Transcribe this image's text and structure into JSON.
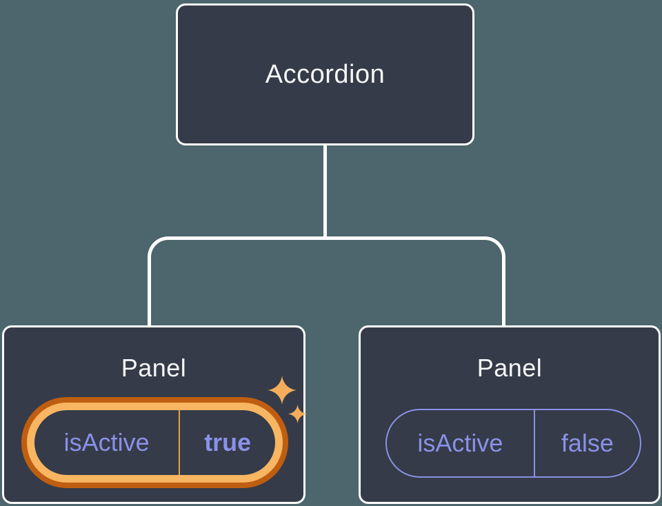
{
  "diagram": {
    "root": {
      "label": "Accordion"
    },
    "panels": [
      {
        "title": "Panel",
        "state_name": "isActive",
        "state_value": "true",
        "highlighted": true
      },
      {
        "title": "Panel",
        "state_name": "isActive",
        "state_value": "false",
        "highlighted": false
      }
    ]
  },
  "colors": {
    "background": "#4d656c",
    "node_background": "#353b48",
    "node_border": "#ffffff",
    "node_text": "#f6f7f9",
    "state_text": "#8a91e8",
    "state_border_inactive": "#8a91e8",
    "highlight_ring_outer": "#bf5e11",
    "highlight_ring_inner": "#f8b562",
    "highlight_divider": "#e8a242",
    "sparkle": "#f4ad5b"
  },
  "icons": {
    "sparkle": "four-point-star"
  }
}
